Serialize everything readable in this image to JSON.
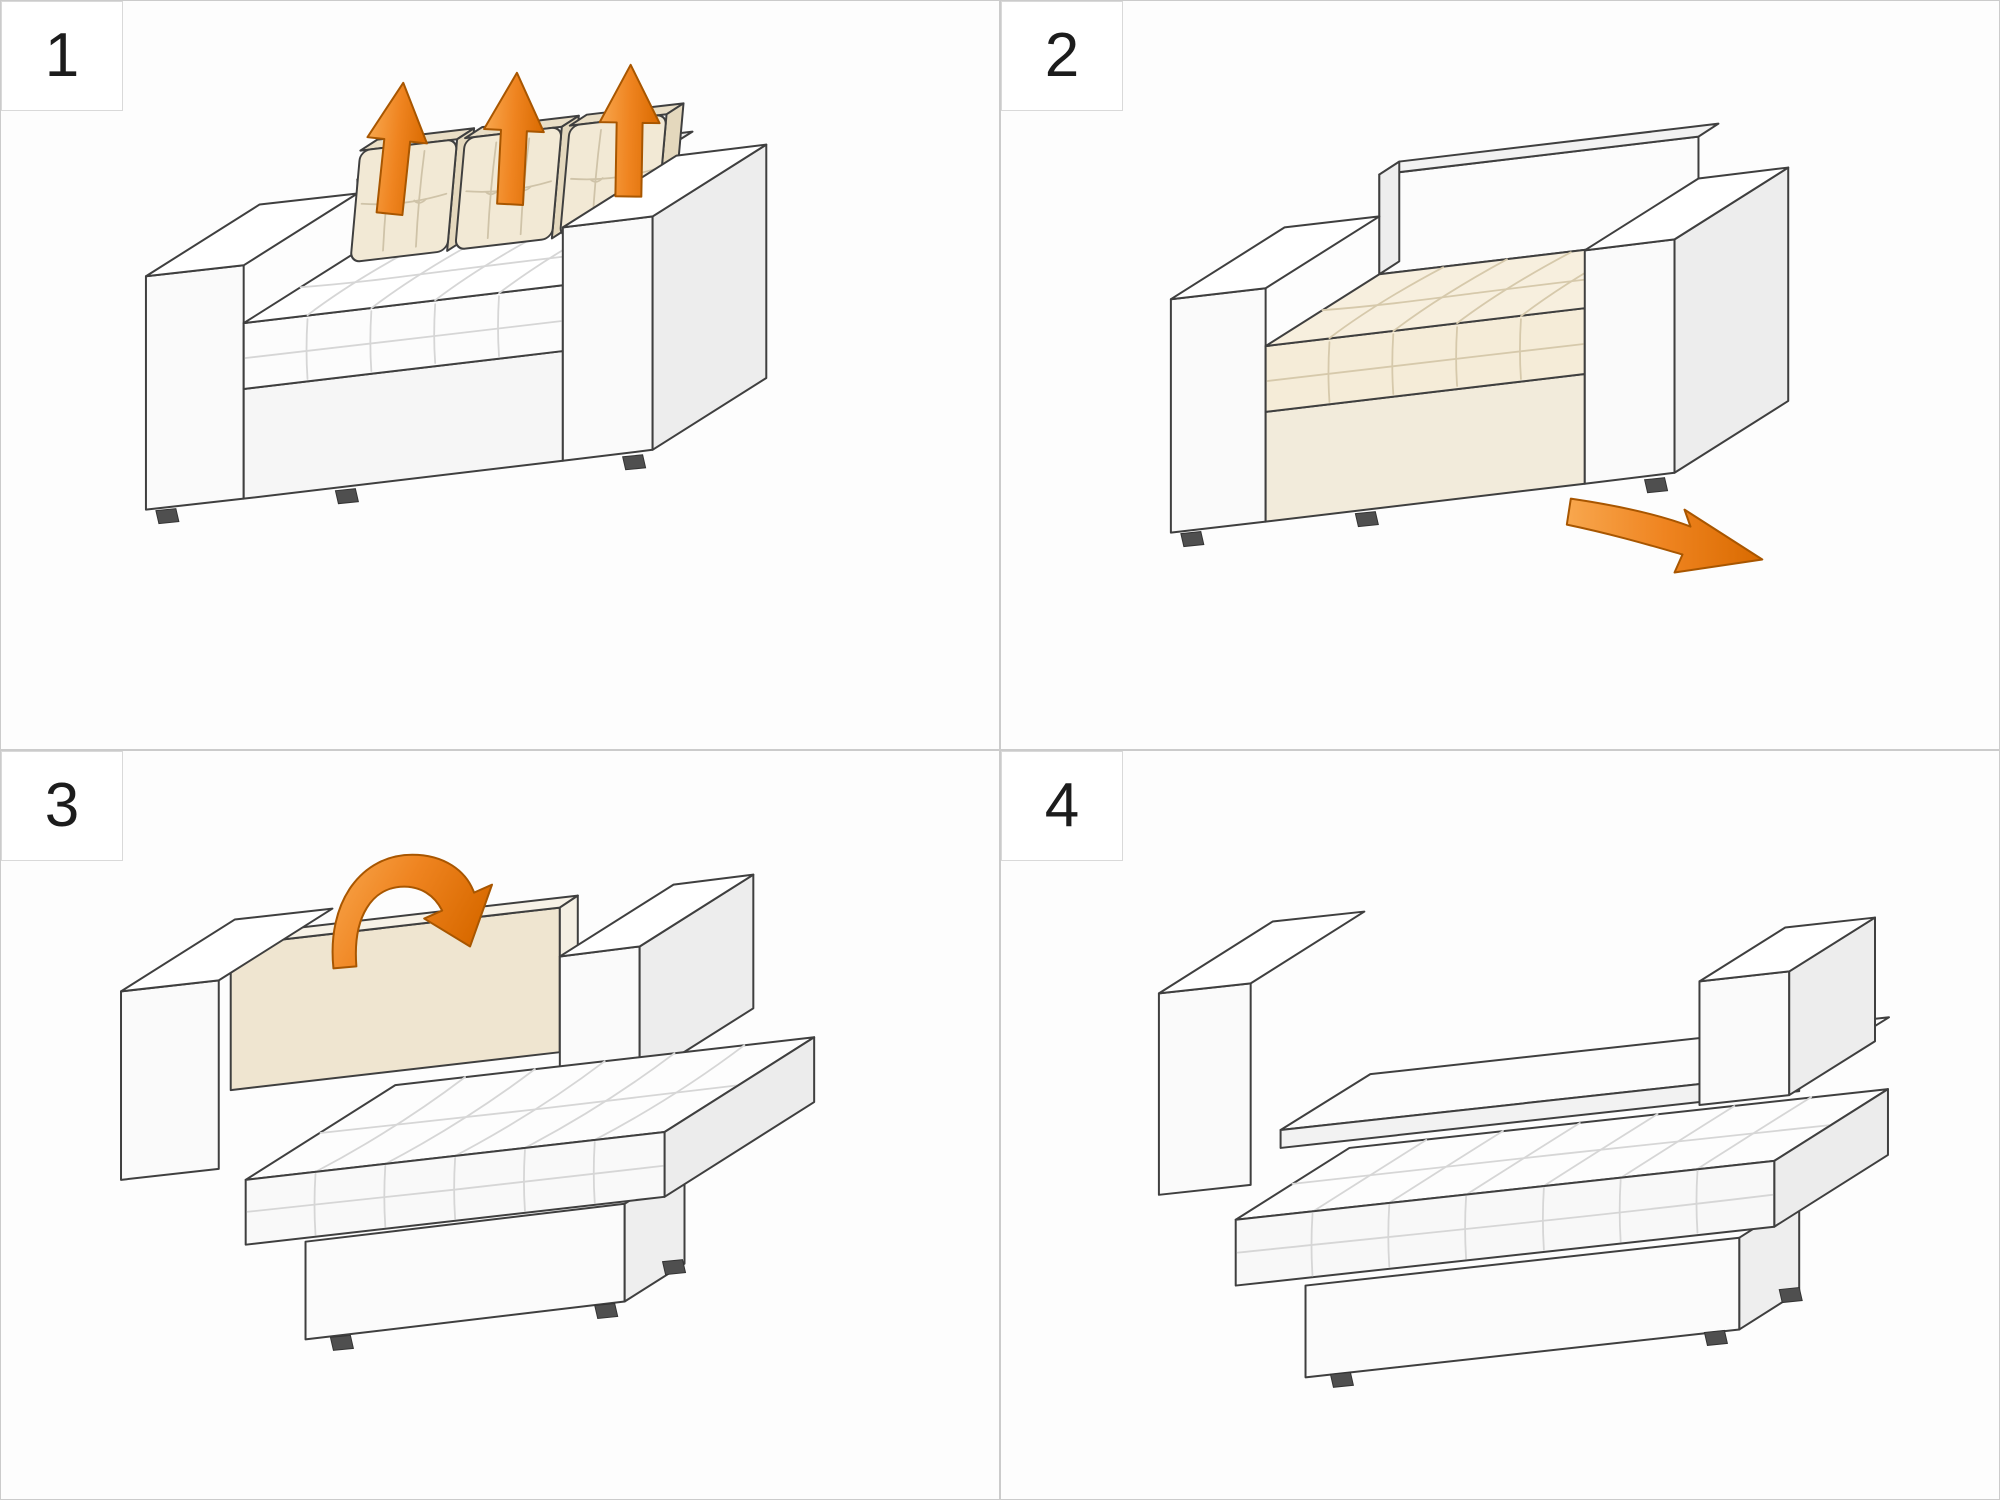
{
  "page": {
    "background_color": "#ffffff",
    "grid_line_color": "#cbcbcb"
  },
  "colors": {
    "accent_orange": "#ee7f19",
    "accent_orange_dark": "#a85600",
    "cushion_beige": "#f2e9d5",
    "surface_white": "#fbfbfb",
    "outline": "#3f3f3f"
  },
  "panels": [
    {
      "number": "1",
      "arrow_icons": [
        "lift-up-arrow",
        "lift-up-arrow",
        "lift-up-arrow"
      ]
    },
    {
      "number": "2",
      "arrow_icons": [
        "pull-forward-arrow"
      ]
    },
    {
      "number": "3",
      "arrow_icons": [
        "fold-down-arrow"
      ]
    },
    {
      "number": "4",
      "arrow_icons": []
    }
  ]
}
